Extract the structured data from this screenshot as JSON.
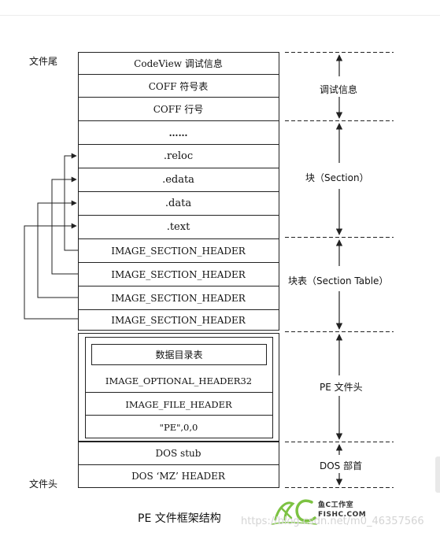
{
  "rows": [
    "CodeView 调试信息",
    "COFF 符号表",
    "COFF 行号",
    "……",
    ".reloc",
    ".edata",
    ".data",
    ".text",
    "IMAGE_SECTION_HEADER",
    "IMAGE_SECTION_HEADER",
    "IMAGE_SECTION_HEADER",
    "IMAGE_SECTION_HEADER"
  ],
  "pe_header": {
    "data_directory": "数据目录表",
    "optional_header": "IMAGE_OPTIONAL_HEADER32",
    "file_header": "IMAGE_FILE_HEADER",
    "signature": "\"PE\",0,0"
  },
  "dos_rows": [
    "DOS stub",
    "DOS ‘MZ’ HEADER"
  ],
  "left_labels": {
    "file_end": "文件尾",
    "file_start": "文件头"
  },
  "brackets": {
    "debug": "调试信息",
    "sections": "块（Section）",
    "section_table": "块表（Section Table）",
    "pe_header": "PE 文件头",
    "dos_header": "DOS 部首"
  },
  "caption": "PE 文件框架结构",
  "logo": {
    "brand": "鱼C工作室",
    "site": "FISHC.COM"
  },
  "watermark": "https://blog.csdn.net/m0_46357566",
  "colors": {
    "line": "#222222",
    "logo_green": "#7cc242",
    "watermark": "#d4d4d4"
  }
}
